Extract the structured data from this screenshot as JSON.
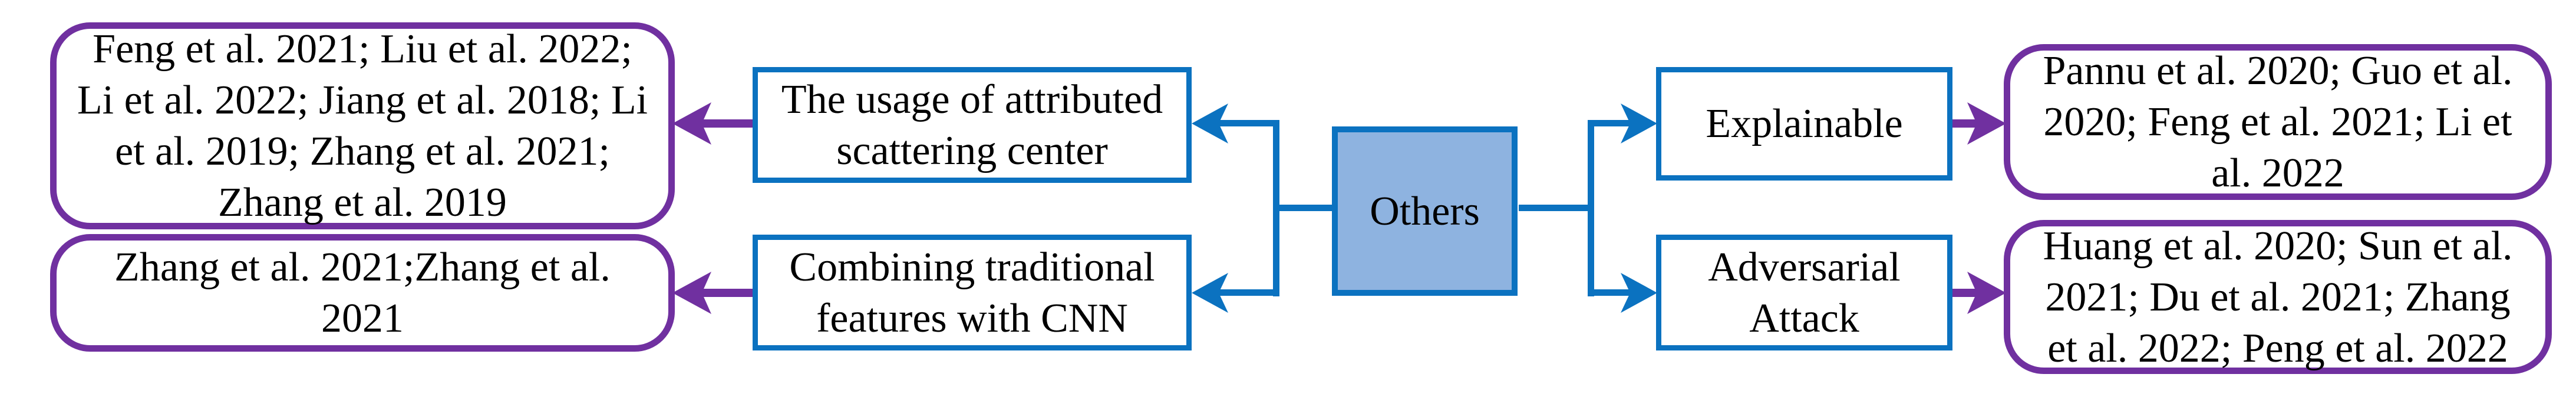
{
  "diagram": {
    "root": {
      "label": "Others"
    },
    "left_branches": [
      {
        "label": "The usage of attributed\nscattering center",
        "refs": "Feng et al. 2021; Liu et al. 2022;\nLi et al. 2022; Jiang et al. 2018; Li\net al. 2019; Zhang et al. 2021;\nZhang et al. 2019"
      },
      {
        "label": "Combining traditional\nfeatures with CNN",
        "refs": "Zhang et al. 2021;Zhang et al.\n2021"
      }
    ],
    "right_branches": [
      {
        "label": "Explainable",
        "refs": "Pannu et al. 2020; Guo et al.\n2020; Feng et al. 2021; Li et\nal. 2022"
      },
      {
        "label": "Adversarial\nAttack",
        "refs": "Huang et al. 2020; Sun et al.\n2021; Du et al. 2021; Zhang\net al. 2022; Peng et al. 2022"
      }
    ],
    "colors": {
      "line_blue": "#0b72c0",
      "node_fill_blue": "#8eb3e0",
      "line_purple": "#7030a0",
      "text": "#000000",
      "background": "#ffffff"
    }
  }
}
